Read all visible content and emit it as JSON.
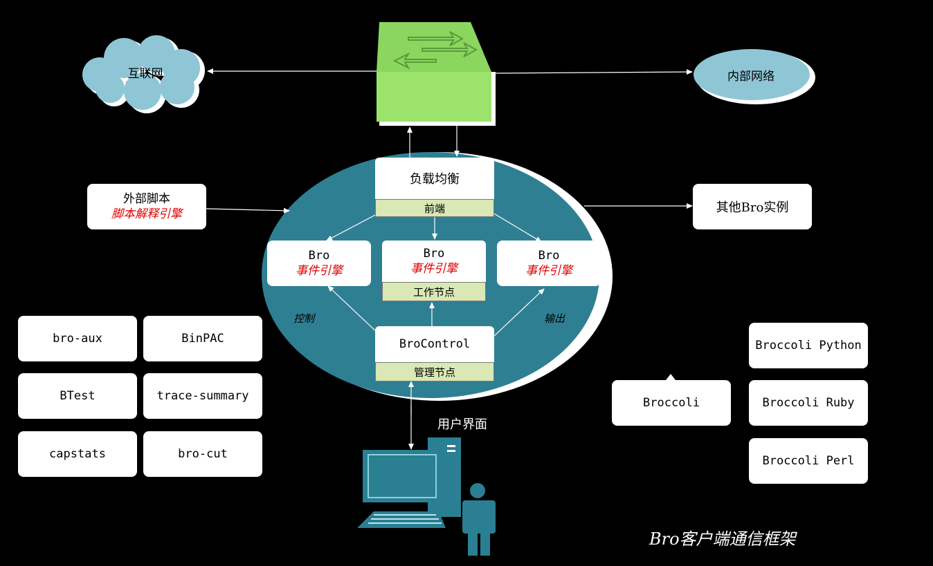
{
  "internet": "互联网",
  "internal_network": "内部网络",
  "load_balance": {
    "title": "负载均衡",
    "sub": "前端"
  },
  "external_script": {
    "line1": "外部脚本",
    "line2": "脚本解释引擎"
  },
  "other_bro": "其他Bro实例",
  "engine_left": {
    "line1": "Bro",
    "line2": "事件引擎"
  },
  "engine_mid": {
    "line1": "Bro",
    "line2": "事件引擎",
    "sub": "工作节点"
  },
  "engine_right": {
    "line1": "Bro",
    "line2": "事件引擎"
  },
  "control_label": "控制",
  "output_label": "输出",
  "brocontrol": {
    "title": "BroControl",
    "sub": "管理节点"
  },
  "user_interface": "用户界面",
  "tools": [
    "bro-aux",
    "BinPAC",
    "BTest",
    "trace-summary",
    "capstats",
    "bro-cut"
  ],
  "broccoli": "Broccoli",
  "broccoli_bindings": [
    "Broccoli Python",
    "Broccoli Ruby",
    "Broccoli Perl"
  ],
  "footer_title": "Bro客户端通信框架",
  "colors": {
    "ellipse": "#2f7f93",
    "cloud": "#8fc6d6",
    "switch": "#9be36b",
    "strip": "#d9e8b5",
    "accent_red": "#e00000"
  }
}
